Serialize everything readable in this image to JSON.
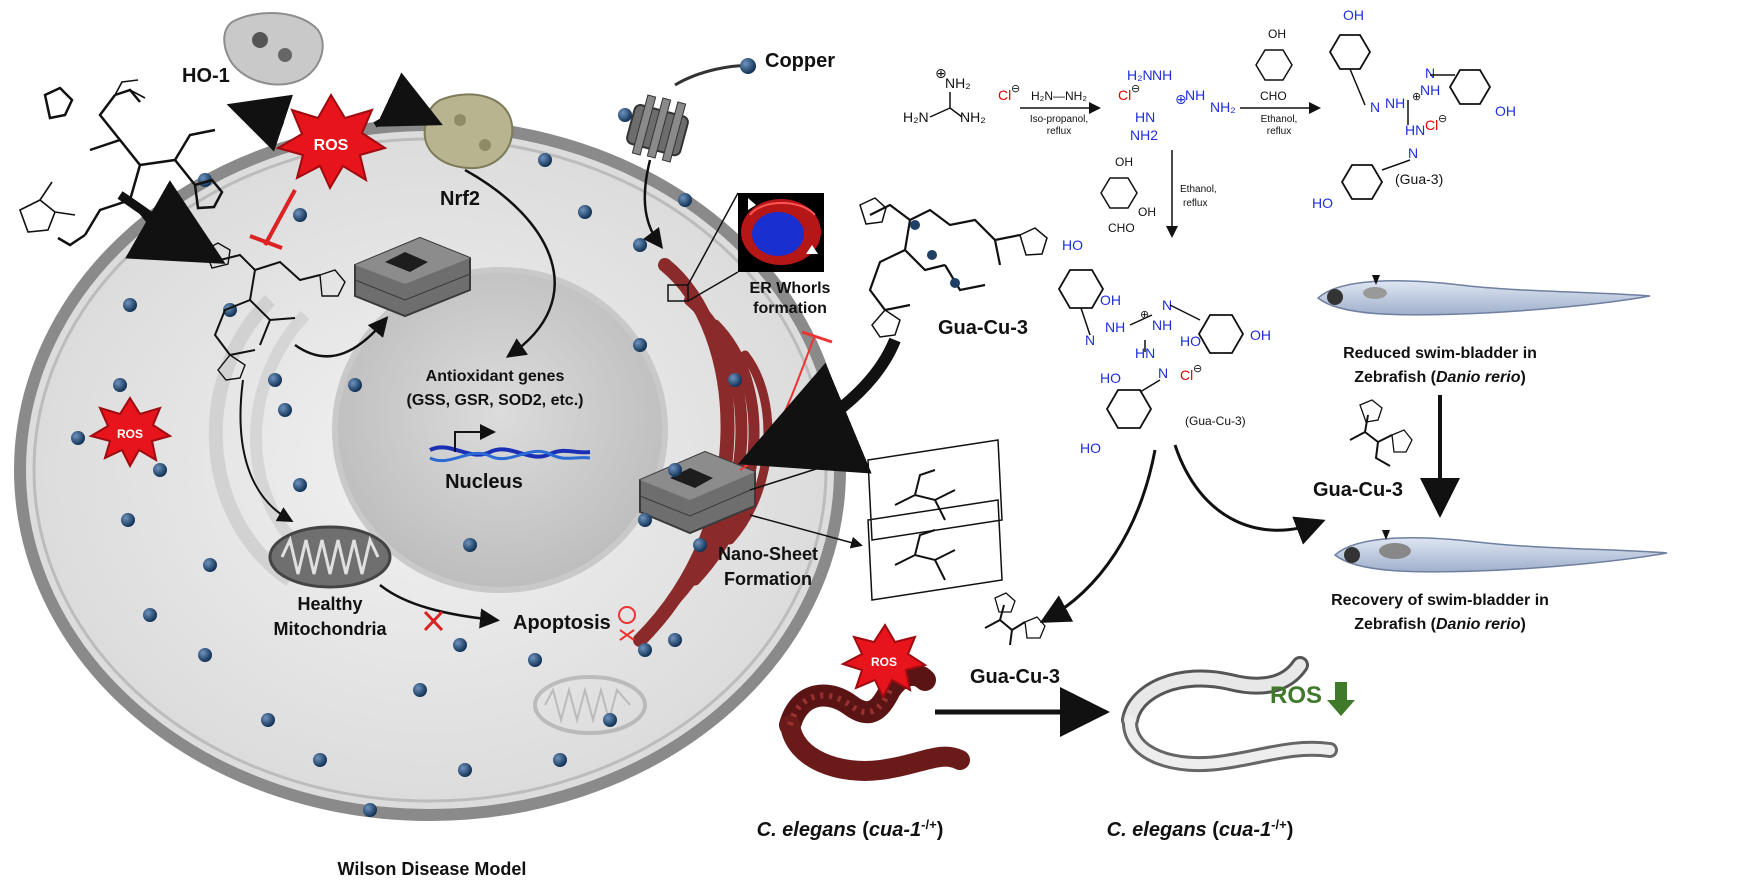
{
  "cell_diagram": {
    "title": "Wilson Disease Model",
    "ho1": "HO-1",
    "ros_top": "ROS",
    "ros_left": "ROS",
    "nrf2": "Nrf2",
    "copper": "Copper",
    "er_whorls_line1": "ER Whorls",
    "er_whorls_line2": "formation",
    "gua_cu3": "Gua-Cu-3",
    "antioxidant_line1": "Antioxidant genes",
    "antioxidant_line2": "(GSS, GSR, SOD2, etc.)",
    "nucleus": "Nucleus",
    "healthy_line1": "Healthy",
    "healthy_line2": "Mitochondria",
    "apoptosis": "Apoptosis",
    "nanosheet_line1": "Nano-Sheet",
    "nanosheet_line2": "Formation"
  },
  "synthesis": {
    "step1_reagent": "H₂N—NH₂",
    "step1_cond1": "Iso-propanol,",
    "step1_cond2": "reflux",
    "step2_cond1": "Ethanol,",
    "step2_cond2": "reflux",
    "step3_cond1": "Ethanol,",
    "step3_cond2": "reflux",
    "gua3_label": "(Gua-3)",
    "guacu3_label": "(Gua-Cu-3)",
    "cho": "CHO",
    "oh": "OH",
    "ho": "HO",
    "cl": "Cl",
    "nh2": "NH₂",
    "h2n": "H₂N",
    "nh2_plain": "NH2",
    "nh": "NH",
    "n": "N",
    "hn": "HN",
    "charge_plus": "⊕",
    "charge_minus": "⊖"
  },
  "zebrafish": {
    "reduced_line1": "Reduced swim-bladder in",
    "reduced_line2a": "Zebrafish (",
    "reduced_line2b": "Danio rerio",
    "reduced_line2c": ")",
    "gua_cu3": "Gua-Cu-3",
    "recovery_line1": "Recovery of swim-bladder in",
    "recovery_line2a": "Zebrafish (",
    "recovery_line2b": "Danio rerio",
    "recovery_line2c": ")"
  },
  "elegans": {
    "ros_badge": "ROS",
    "gua_cu3": "Gua-Cu-3",
    "left_label_a": "C. elegans",
    "left_label_b": " (",
    "left_label_c": "cua-1",
    "left_label_sup": "-/+",
    "left_label_d": ")",
    "right_label_a": "C. elegans",
    "right_label_b": " (",
    "right_label_c": "cua-1",
    "right_label_sup": "-/+",
    "right_label_d": ")",
    "ros_down": "ROS"
  },
  "colors": {
    "ros_red": "#e8141b",
    "er_red": "#8b2a2a",
    "copper_dot": "#1e3f66",
    "ros_down_green": "#3f7a2a",
    "chem_blue": "#1f2fd8"
  }
}
